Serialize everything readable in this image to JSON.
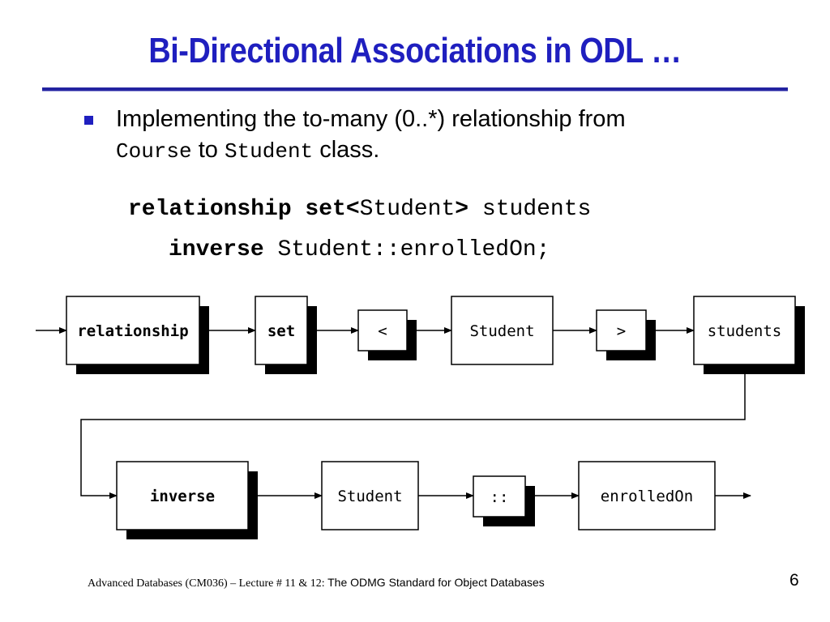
{
  "slide": {
    "title": "Bi-Directional Associations in ODL …",
    "bullet": {
      "text_before": "Implementing the to-many (0..*) relationship from",
      "class_from": "Course",
      "connector": "to",
      "class_to": "Student",
      "text_after": "class."
    },
    "code": {
      "line1": {
        "kw1": "relationship set<",
        "type": "Student",
        "kw2": ">",
        "name": "students"
      },
      "line2": {
        "kw": "inverse",
        "target": "Student::enrolledOn;"
      }
    },
    "diagram": {
      "row1": [
        "relationship",
        "set",
        "<",
        "Student",
        ">",
        "students"
      ],
      "row2": [
        "inverse",
        "Student",
        "::",
        "enrolledOn"
      ]
    },
    "footer": {
      "course": "Advanced Databases (CM036)  – Lecture # 11 & 12: ",
      "topic": "The ODMG Standard for Object Databases"
    },
    "page_number": "6"
  }
}
